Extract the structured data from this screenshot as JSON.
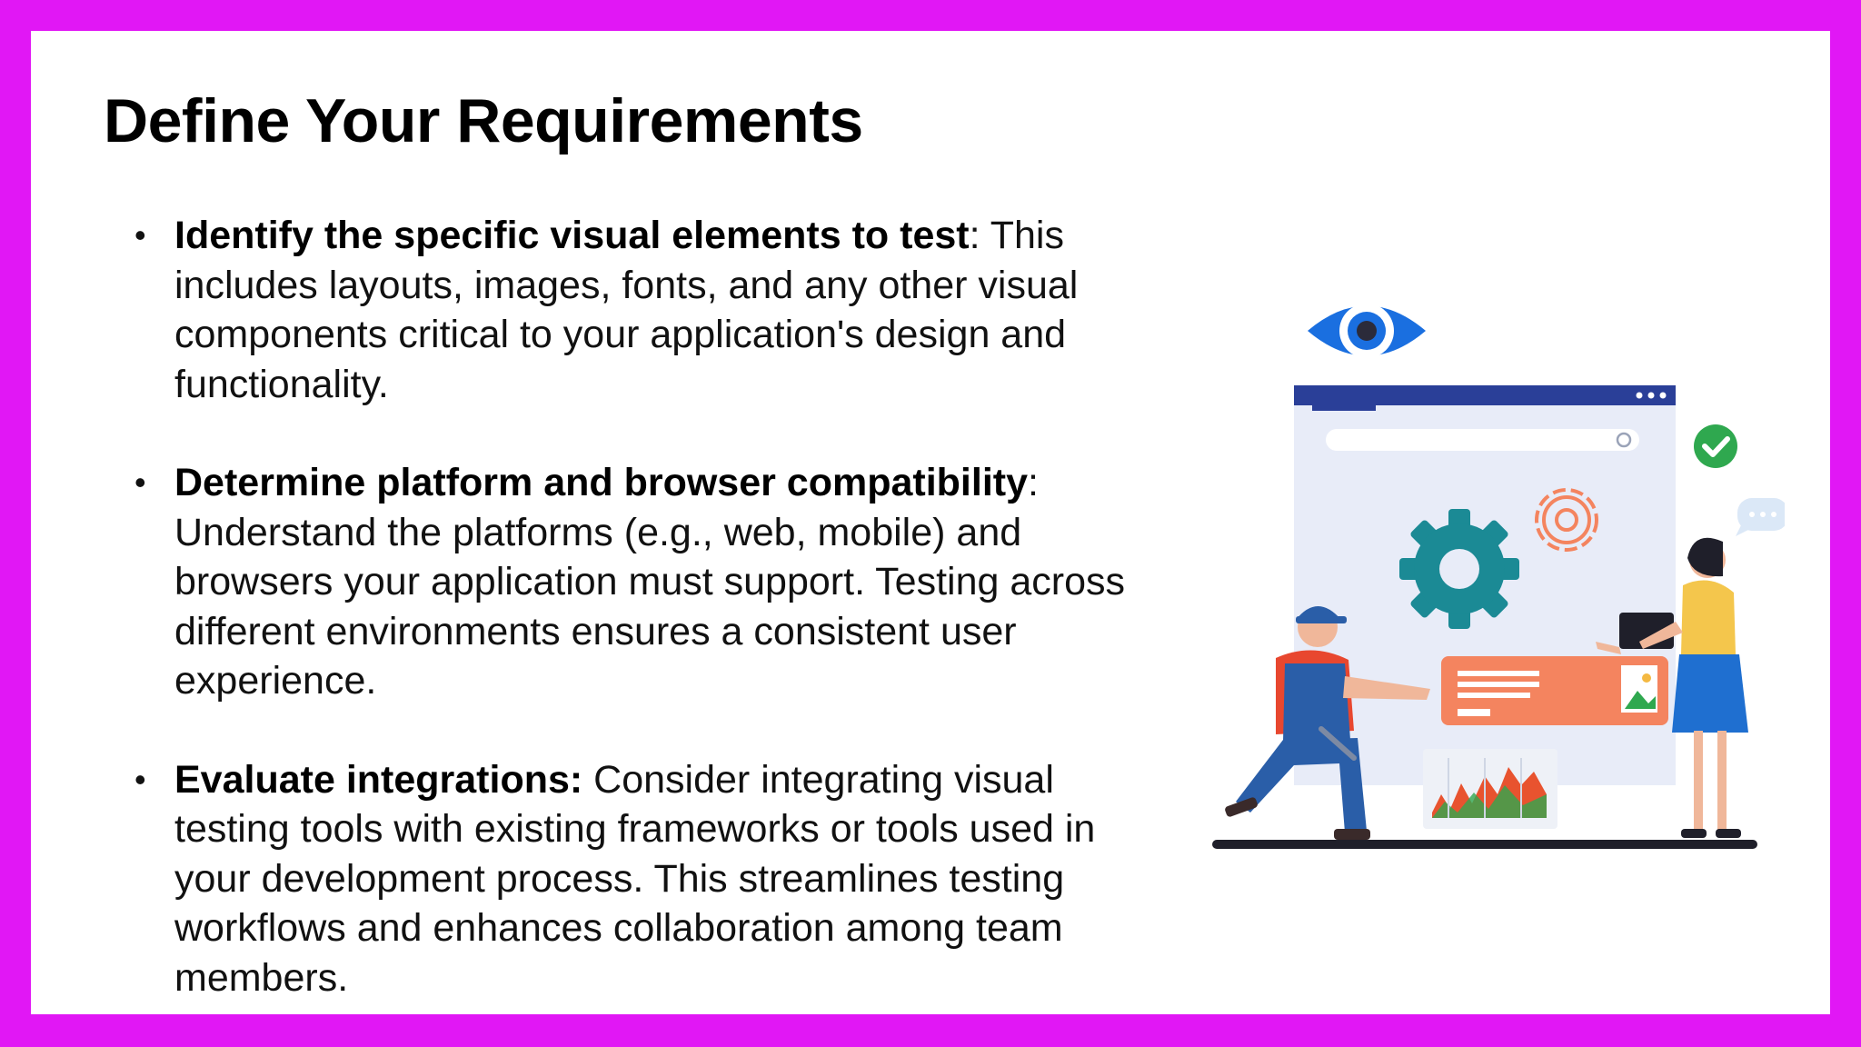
{
  "slide": {
    "title": "Define Your Requirements",
    "bullets": [
      {
        "bold": "Identify the specific visual elements to test",
        "sep": ":",
        "text": " This includes layouts, images, fonts, and any other visual components critical to your application's design and functionality."
      },
      {
        "bold": "Determine platform and browser compatibility",
        "sep": ":",
        "text": " Understand the platforms (e.g., web, mobile) and browsers your application must support. Testing across different environments ensures a consistent user experience."
      },
      {
        "bold": "Evaluate integrations:",
        "sep": "",
        "text": " Consider integrating visual testing tools with existing frameworks or tools used in your development process. This streamlines testing workflows and enhances collaboration among team members."
      }
    ]
  },
  "colors": {
    "frame": "#e117f5",
    "eye_blue": "#1a6fe0",
    "gear_teal": "#1b8a95",
    "orange": "#f4845f",
    "check_green": "#2fa84f"
  },
  "illustration": {
    "icons": [
      "eye-icon",
      "gear-icon",
      "check-icon",
      "chat-bubble-icon",
      "browser-window",
      "chart-icon"
    ]
  }
}
